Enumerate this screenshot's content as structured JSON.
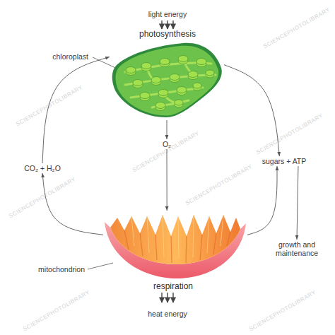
{
  "diagram": {
    "nodes": [
      {
        "text": [
          "photosynthesis",
          "chloroplast"
        ]
      },
      {
        "text": [
          "CO₂ + H₂O"
        ]
      },
      {
        "text": [
          "O₂"
        ]
      },
      {
        "text": [
          "sugars + ATP"
        ]
      },
      {
        "text": [
          "growth and maintenance"
        ]
      },
      {
        "text": [
          "mitochondrion",
          "respiration"
        ]
      }
    ],
    "edges": [
      {
        "from": 0,
        "to": 3,
        "arrow": "to"
      },
      {
        "from": 0,
        "to": 2,
        "arrow": "to"
      },
      {
        "from": 2,
        "to": 5,
        "arrow": "to"
      },
      {
        "from": 5,
        "to": 1,
        "arrow": "to"
      },
      {
        "from": 1,
        "to": 0,
        "arrow": "to"
      },
      {
        "from": 5,
        "to": 3,
        "arrow": "to"
      },
      {
        "from": 3,
        "to": 4,
        "arrow": "to"
      }
    ],
    "labels": [
      "light energy",
      "heat energy",
      "SCIENCEPHOTOLIBRARY",
      "SCIENCEPHOTOLIBRARY",
      "SCIENCEPHOTOLIBRARY",
      "SCIENCEPHOTOLIBRARY",
      "SCIENCEPHOTOLIBRARY",
      "SCIENCEPHOTOLIBRARY",
      "SCIENCEPHOTOLIBRARY",
      "SCIENCEPHOTOLIBRARY"
    ]
  }
}
